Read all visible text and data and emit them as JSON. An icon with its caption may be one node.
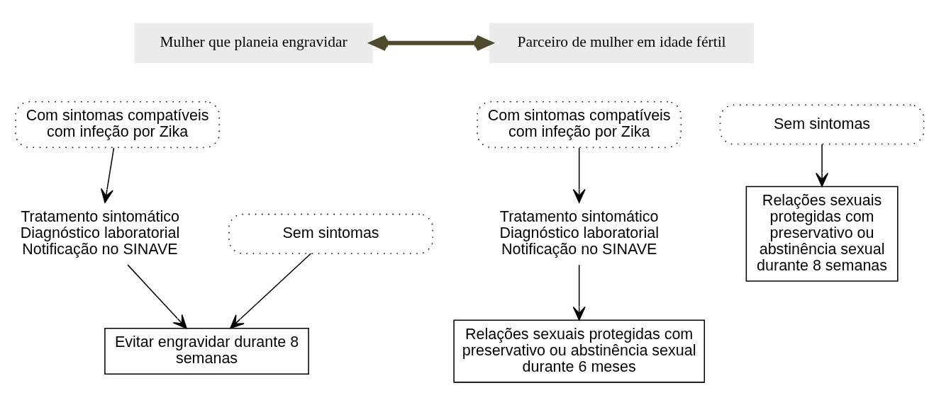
{
  "diagram": {
    "nodes": [
      {
        "text": [
          "Mulher que planeia engravidar"
        ]
      },
      {
        "text": [
          "Parceiro de mulher em idade fértil"
        ]
      },
      {
        "text": [
          "Com sintomas compatíveis com infeção por Zika"
        ]
      },
      {
        "text": [
          "Sem sintomas"
        ]
      },
      {
        "text": [
          "Tratamento sintomático",
          "Diagnóstico laboratorial",
          "Notificação no SINAVE"
        ]
      },
      {
        "text": [
          "Evitar engravidar durante 8 semanas"
        ]
      },
      {
        "text": [
          "Com sintomas compatíveis com infeção por Zika"
        ]
      },
      {
        "text": [
          "Sem sintomas"
        ]
      },
      {
        "text": [
          "Tratamento sintomático",
          "Diagnóstico laboratorial",
          "Notificação no SINAVE"
        ]
      },
      {
        "text": [
          "Relações sexuais protegidas com preservativo ou abstinência sexual durante 6 meses"
        ]
      },
      {
        "text": [
          "Relações sexuais protegidas com preservativo ou abstinência sexual durante 8 semanas"
        ]
      }
    ],
    "edges": [
      {
        "from": 0,
        "to": 1,
        "arrow": "both",
        "style": "thick",
        "color": "#4e4a2c"
      },
      {
        "from": 2,
        "to": 4,
        "arrow": "to"
      },
      {
        "from": 4,
        "to": 5,
        "arrow": "to"
      },
      {
        "from": 3,
        "to": 5,
        "arrow": "to"
      },
      {
        "from": 6,
        "to": 8,
        "arrow": "to"
      },
      {
        "from": 8,
        "to": 9,
        "arrow": "to"
      },
      {
        "from": 7,
        "to": 10,
        "arrow": "to"
      }
    ]
  }
}
